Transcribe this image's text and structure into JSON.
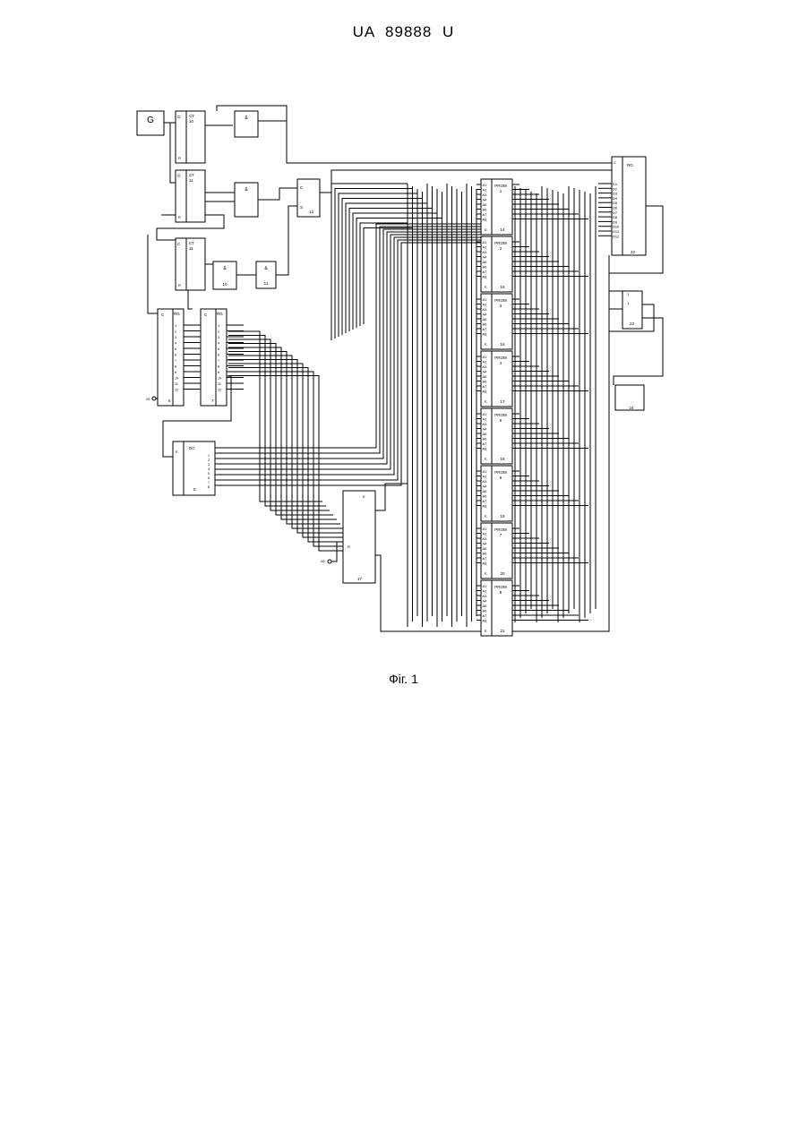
{
  "document": {
    "header": "UA   89888   U",
    "caption": "Фіг. 1"
  },
  "diagram": {
    "generator": {
      "label": "G"
    },
    "counters": [
      {
        "type": "CT",
        "number": "10"
      },
      {
        "type": "CT",
        "number": "11"
      },
      {
        "type": "CT",
        "number": "11"
      }
    ],
    "gates": [
      {
        "symbol": "&"
      },
      {
        "symbol": "&"
      },
      {
        "symbol": "&",
        "number": "10"
      },
      {
        "symbol": "&",
        "number": "11"
      }
    ],
    "trigger": {
      "number": "13"
    },
    "registers_left": [
      {
        "type": "RG",
        "number": "6"
      },
      {
        "type": "RG",
        "number": "7"
      }
    ],
    "decoder": {
      "type": "DC",
      "number": "5"
    },
    "lower_block": {
      "number": "17"
    },
    "prom_blocks": [
      {
        "type": "PROM",
        "index": "1",
        "number": "14"
      },
      {
        "type": "PROM",
        "index": "2",
        "number": "15"
      },
      {
        "type": "PROM",
        "index": "3",
        "number": "16"
      },
      {
        "type": "PROM",
        "index": "4",
        "number": "17"
      },
      {
        "type": "PROM",
        "index": "5",
        "number": "18"
      },
      {
        "type": "PROM",
        "index": "6",
        "number": "19"
      },
      {
        "type": "PROM",
        "index": "7",
        "number": "20"
      },
      {
        "type": "PROM",
        "index": "8",
        "number": "21"
      }
    ],
    "prom_address_pins": [
      "A1",
      "A2",
      "A3",
      "A4",
      "A5",
      "A6",
      "A7",
      "A8"
    ],
    "output_register": {
      "type": "RG",
      "number": "22",
      "pins": [
        "D1",
        "D2",
        "D3",
        "D4",
        "D5",
        "D6",
        "D7",
        "D8",
        "D9",
        "D10",
        "D11",
        "D12"
      ]
    },
    "right_trigger": {
      "number": "23"
    },
    "indicator": {
      "number": "24"
    }
  }
}
